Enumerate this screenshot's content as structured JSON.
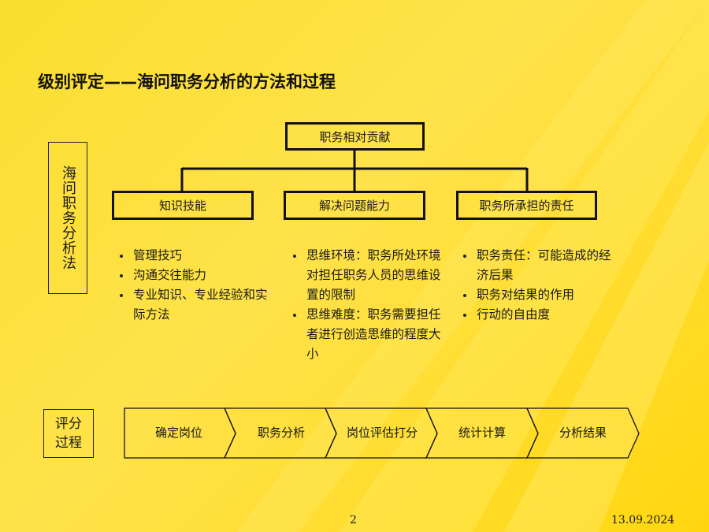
{
  "title": "级别评定——海问职务分析的方法和过程",
  "side_label": "海问职务分析法",
  "tree": {
    "root": "职务相对贡献",
    "branches": [
      {
        "label": "知识技能",
        "items": [
          "管理技巧",
          "沟通交往能力",
          "专业知识、专业经验和实际方法"
        ]
      },
      {
        "label": "解决问题能力",
        "items": [
          "思维环境：职务所处环境对担任职务人员的思维设置的限制",
          "思维难度：职务需要担任者进行创造思维的程度大小"
        ]
      },
      {
        "label": "职务所承担的责任",
        "items": [
          "职务责任：可能造成的经济后果",
          "职务对结果的作用",
          "行动的自由度"
        ]
      }
    ]
  },
  "scoring": {
    "label_line1": "评分",
    "label_line2": "过程",
    "steps": [
      "确定岗位",
      "职务分析",
      "岗位评估打分",
      "统计计算",
      "分析结果"
    ]
  },
  "footer": {
    "page": "2",
    "date": "13.09.2024"
  }
}
